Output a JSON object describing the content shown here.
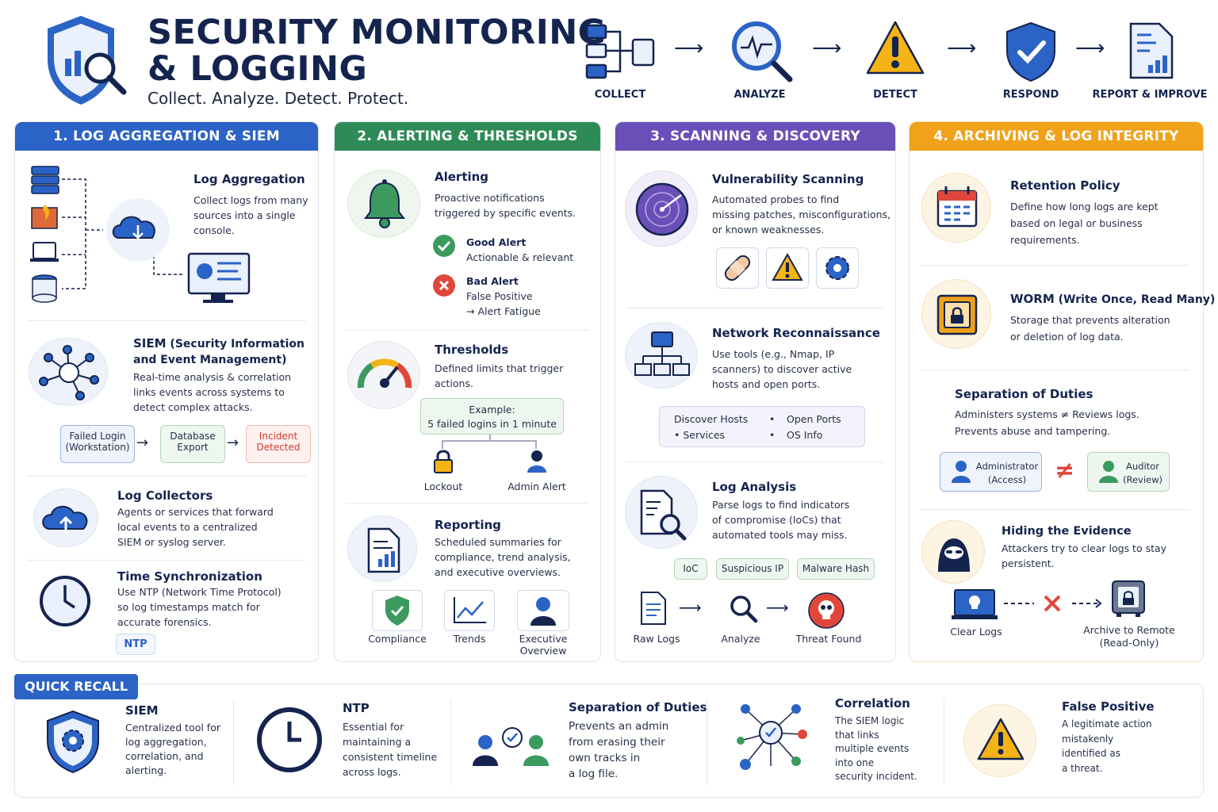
{
  "header": {
    "title_line1": "SECURITY MONITORING",
    "title_line2": "& LOGGING",
    "subtitle": "Collect. Analyze. Detect. Protect."
  },
  "flow": [
    "COLLECT",
    "ANALYZE",
    "DETECT",
    "RESPOND",
    "REPORT & IMPROVE"
  ],
  "col1": {
    "title": "1. LOG AGGREGATION & SIEM",
    "agg_title": "Log Aggregation",
    "agg_text": [
      "Collect logs from many",
      "sources into a single",
      "console."
    ],
    "siem_title": "SIEM",
    "siem_title_rest": " (Security Information",
    "siem_title2": "and Event Management)",
    "siem_text": [
      "Real-time analysis & correlation",
      "links events across systems to",
      "detect complex attacks."
    ],
    "chip1": [
      "Failed Login",
      "(Workstation)"
    ],
    "chip2": [
      "Database",
      "Export"
    ],
    "chip3": [
      "Incident",
      "Detected"
    ],
    "coll_title": "Log Collectors",
    "coll_text": [
      "Agents or services that forward",
      "local events to a centralized",
      "SIEM or syslog server."
    ],
    "time_title": "Time Synchronization",
    "time_text": [
      "Use NTP (Network Time Protocol)",
      "so log timestamps match for",
      "accurate forensics."
    ],
    "ntp": "NTP"
  },
  "col2": {
    "title": "2. ALERTING & THRESHOLDS",
    "alert_title": "Alerting",
    "alert_text": [
      "Proactive notifications",
      "triggered by specific events."
    ],
    "good_title": "Good Alert",
    "good_text": "Actionable & relevant",
    "bad_title": "Bad Alert",
    "bad_text": [
      "False Positive",
      "→ Alert Fatigue"
    ],
    "thr_title": "Thresholds",
    "thr_text": [
      "Defined limits that trigger",
      "actions."
    ],
    "example": [
      "Example:",
      "5 failed logins in 1 minute"
    ],
    "lockout": "Lockout",
    "admin": "Admin Alert",
    "rep_title": "Reporting",
    "rep_text": [
      "Scheduled summaries for",
      "compliance, trend analysis,",
      "and executive overviews."
    ],
    "rep_items": [
      "Compliance",
      "Trends",
      "Executive",
      "Overview"
    ]
  },
  "col3": {
    "title": "3. SCANNING & DISCOVERY",
    "vuln_title": "Vulnerability Scanning",
    "vuln_text": [
      "Automated probes to find",
      "missing patches, misconfigurations,",
      "or known weaknesses."
    ],
    "net_title": "Network Reconnaissance",
    "net_text": [
      "Use tools (e.g., Nmap, IP",
      "scanners) to discover active",
      "hosts and open ports."
    ],
    "net_items": [
      "Discover Hosts",
      "•  Services",
      "•",
      "Open Ports",
      "•",
      "OS Info"
    ],
    "la_title": "Log Analysis",
    "la_text": [
      "Parse logs to find indicators",
      "of compromise (IoCs) that",
      "automated tools may miss."
    ],
    "tags": [
      "IoC",
      "Suspicious IP",
      "Malware Hash"
    ],
    "flow": [
      "Raw Logs",
      "Analyze",
      "Threat Found"
    ]
  },
  "col4": {
    "title": "4. ARCHIVING & LOG INTEGRITY",
    "ret_title": "Retention Policy",
    "ret_text": [
      "Define how long logs are kept",
      "based on legal or business",
      "requirements."
    ],
    "worm_title": "WORM",
    "worm_rest": " (Write Once, Read Many)",
    "worm_text": [
      "Storage that prevents alteration",
      "or deletion of log data."
    ],
    "sod_title": "Separation of Duties",
    "sod_text": [
      "Administers systems ≠ Reviews logs.",
      "Prevents abuse and tampering."
    ],
    "admin": [
      "Administrator",
      "(Access)"
    ],
    "auditor": [
      "Auditor",
      "(Review)"
    ],
    "neq": "≠",
    "hide_title": "Hiding the Evidence",
    "hide_text": [
      "Attackers try to clear logs to stay",
      "persistent."
    ],
    "clear": "Clear Logs",
    "archive": [
      "Archive to Remote",
      "(Read-Only)"
    ]
  },
  "recall": {
    "tab": "QUICK RECALL",
    "items": [
      {
        "title": "SIEM",
        "text": [
          "Centralized tool for",
          "log aggregation,",
          "correlation, and",
          "alerting."
        ]
      },
      {
        "title": "NTP",
        "text": [
          "Essential for",
          "maintaining a",
          "consistent timeline",
          "across logs."
        ]
      },
      {
        "title": "Separation of Duties",
        "text": [
          "Prevents an admin",
          "from erasing their",
          "own tracks in",
          "a log file."
        ]
      },
      {
        "title": "Correlation",
        "text": [
          "The SIEM logic",
          "that links",
          "multiple events",
          "into one",
          "security incident."
        ]
      },
      {
        "title": "False Positive",
        "text": [
          "A legitimate action",
          "mistakenly",
          "identified as",
          "a threat."
        ]
      }
    ]
  },
  "colors": {
    "blue": "#2b63c6",
    "green": "#2e8b57",
    "purple": "#6a4fb8",
    "orange": "#f0a21a",
    "navy": "#14244f"
  }
}
